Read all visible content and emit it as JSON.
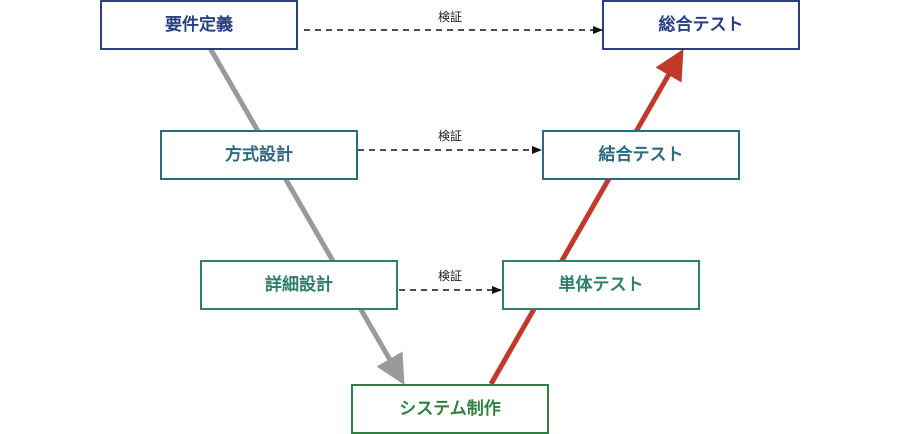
{
  "nodes": {
    "requirements": {
      "label": "要件定義",
      "color": "#2b3f80"
    },
    "basic_design": {
      "label": "方式設計",
      "color": "#2b6a80"
    },
    "detail_design": {
      "label": "詳細設計",
      "color": "#2b806a"
    },
    "implementation": {
      "label": "システム制作",
      "color": "#2f8040"
    },
    "unit_test": {
      "label": "単体テスト",
      "color": "#2b806a"
    },
    "integration_test": {
      "label": "結合テスト",
      "color": "#2b6a80"
    },
    "system_test": {
      "label": "総合テスト",
      "color": "#2b3f80"
    }
  },
  "verify": {
    "top": "検証",
    "middle": "検証",
    "bottom": "検証"
  },
  "colors": {
    "down_arrow": "#9a9a9a",
    "up_arrow": "#c0392b",
    "dashed": "#111111"
  }
}
